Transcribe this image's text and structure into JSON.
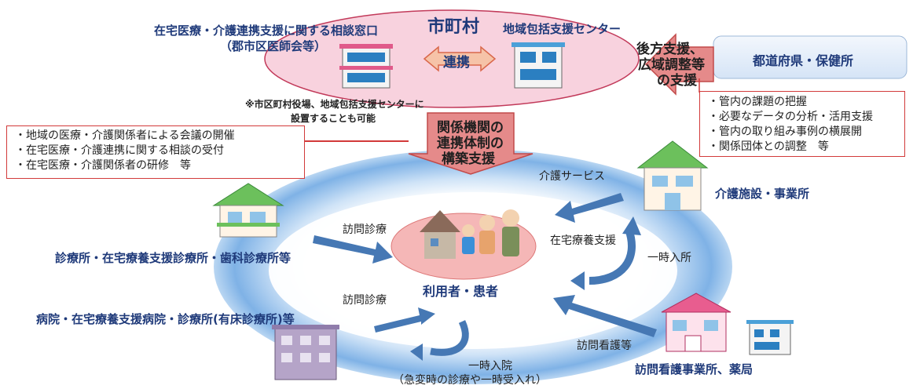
{
  "municipality": {
    "title": "市町村",
    "consult_window": "在宅医療・介護連携支援に関する相談窓口",
    "consult_window_sub": "（郡市区医師会等）",
    "center": "地域包括支援センター",
    "link": "連携",
    "note_line1": "※市区町村役場、地域包括支援センターに",
    "note_line2": "設置することも可能"
  },
  "prefecture": {
    "title": "都道府県・保健所",
    "support_line1": "後方支援、",
    "support_line2": "広域調整等",
    "support_line3": "の支援",
    "items": [
      "・管内の課題の把握",
      "・必要なデータの分析・活用支援",
      "・管内の取り組み事例の横展開",
      "・関係団体との調整　等"
    ]
  },
  "coordination": {
    "line1": "関係機関の",
    "line2": "連携体制の",
    "line3": "構築支援",
    "items": [
      "・地域の医療・介護関係者による会議の開催",
      "・在宅医療・介護連携に関する相談の受付",
      "・在宅医療・介護関係者の研修　等"
    ]
  },
  "center_label": "利用者・患者",
  "nodes": {
    "clinic": "診療所・在宅療養支援診療所・歯科診療所等",
    "hospital": "病院・在宅療養支援病院・診療所(有床診療所)等",
    "care_facility": "介護施設・事業所",
    "nursing": "訪問看護事業所、薬局"
  },
  "flows": {
    "visit_clinic": "訪問診療",
    "visit_hospital": "訪問診療",
    "care_service": "介護サービス",
    "home_support": "在宅療養支援",
    "short_stay": "一時入所",
    "visit_nursing": "訪問看護等",
    "admission": "一時入院",
    "admission_sub": "（急変時の診療や一時受入れ）"
  },
  "colors": {
    "municipality_fill": "#f8d2de",
    "municipality_stroke": "#c23a5a",
    "ring_outer": "#7fb2e6",
    "ring_inner": "#ffffff",
    "arrow_blue": "#4678b4",
    "arrow_pink": "#e58a8a",
    "label_navy": "#1f3a7a",
    "box_border": "#d23a3a"
  }
}
